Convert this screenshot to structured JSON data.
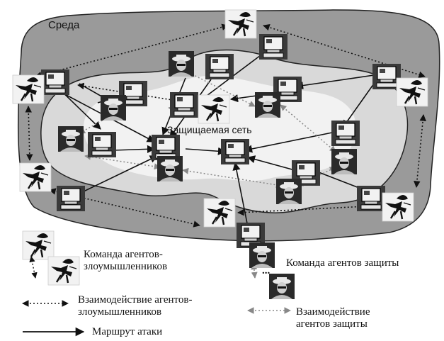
{
  "labels": {
    "environment": "Среда",
    "protected_network": "Защищаемая сеть",
    "attacker_team_l1": "Команда агентов-",
    "attacker_team_l2": "злоумышленников",
    "attacker_interaction_l1": "Взаимодействие агентов-",
    "attacker_interaction_l2": "злоумышленников",
    "attack_route": "Маршрут атаки",
    "defense_team": "Команда агентов защиты",
    "defense_interaction_l1": "Взаимодействие",
    "defense_interaction_l2": "агентов защиты",
    "team_ellipsis": "..."
  },
  "colors": {
    "environment_fill": "#9a9a9a",
    "protected_fill": "#dcdcdc",
    "inner_fill": "#f3f3f3",
    "line": "#111111"
  }
}
